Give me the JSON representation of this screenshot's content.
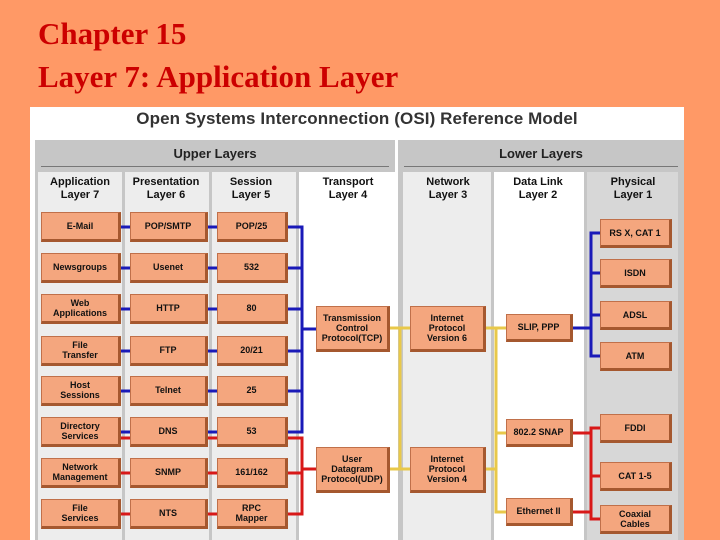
{
  "slide": {
    "title_line1": "Chapter 15",
    "title_line2": "Layer 7:  Application Layer"
  },
  "diagram": {
    "title": "Open Systems Interconnection (OSI) Reference Model",
    "upper_group": "Upper Layers",
    "lower_group": "Lower Layers",
    "columns": [
      {
        "name": "Application",
        "layer": "Layer 7"
      },
      {
        "name": "Presentation",
        "layer": "Layer 6"
      },
      {
        "name": "Session",
        "layer": "Layer 5"
      },
      {
        "name": "Transport",
        "layer": "Layer 4"
      },
      {
        "name": "Network",
        "layer": "Layer 3"
      },
      {
        "name": "Data Link",
        "layer": "Layer 2"
      },
      {
        "name": "Physical",
        "layer": "Layer 1"
      }
    ],
    "application": [
      "E-Mail",
      "Newsgroups",
      "Web\nApplications",
      "File\nTransfer",
      "Host\nSessions",
      "Directory\nServices",
      "Network\nManagement",
      "File\nServices"
    ],
    "presentation": [
      "POP/SMTP",
      "Usenet",
      "HTTP",
      "FTP",
      "Telnet",
      "DNS",
      "SNMP",
      "NTS"
    ],
    "session": [
      "POP/25",
      "532",
      "80",
      "20/21",
      "25",
      "53",
      "161/162",
      "RPC\nMapper"
    ],
    "transport": [
      "Transmission\nControl\nProtocol(TCP)",
      "User\nDatagram\nProtocol(UDP)"
    ],
    "network": [
      "Internet\nProtocol\nVersion 6",
      "Internet\nProtocol\nVersion 4"
    ],
    "datalink": [
      "SLIP, PPP",
      "802.2 SNAP",
      "Ethernet II"
    ],
    "physical": [
      "RS X, CAT 1",
      "ISDN",
      "ADSL",
      "ATM",
      "FDDI",
      "CAT 1-5",
      "Coaxial\nCables"
    ],
    "colors": {
      "background": "#FF9966",
      "title": "#CC0000",
      "box": "#F4A67E",
      "tcp_line": "#1A1AB8",
      "udp_line": "#D81818",
      "network_line": "#E8C84A"
    }
  }
}
